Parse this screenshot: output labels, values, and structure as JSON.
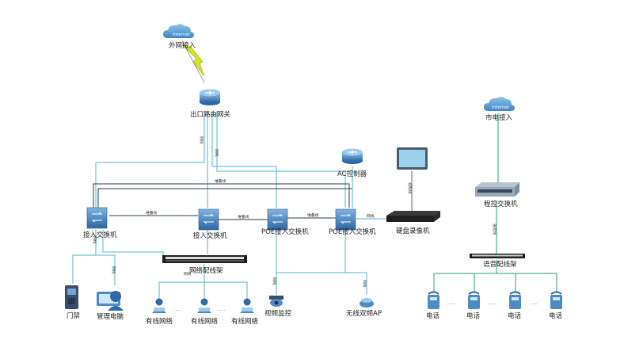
{
  "nodes": {
    "internet_cloud": "Internet",
    "external_access": "外网接入",
    "router": "出口路由网关",
    "ac_controller": "AC控制器",
    "access_switch_1": "接入交换机",
    "access_switch_2": "接入交换机",
    "poe_switch_1": "POE接入交换机",
    "poe_switch_2": "POE接入交换机",
    "nvr": "硬盘录像机",
    "patch_panel": "网络配线架",
    "door_access": "门禁",
    "mgmt_pc": "管理电脑",
    "wired_net": "有线网络",
    "ellipsis": "……",
    "camera": "视频监控",
    "wireless_ap": "无线双频AP",
    "city_cloud": "Internet",
    "city_phone_access": "市电接入",
    "pbx": "程控交换机",
    "voice_panel": "语音配线架",
    "phone": "电话"
  },
  "cables": {
    "stack": "堆叠线",
    "network": "网线",
    "video": "视频线",
    "voice": "语音线"
  },
  "colors": {
    "network_line": "#4fb3d9",
    "stack_line": "#2a3a4a",
    "video_line": "#d03030",
    "voice_line": "#2aa17a",
    "device_blue": "#3a78b5"
  }
}
